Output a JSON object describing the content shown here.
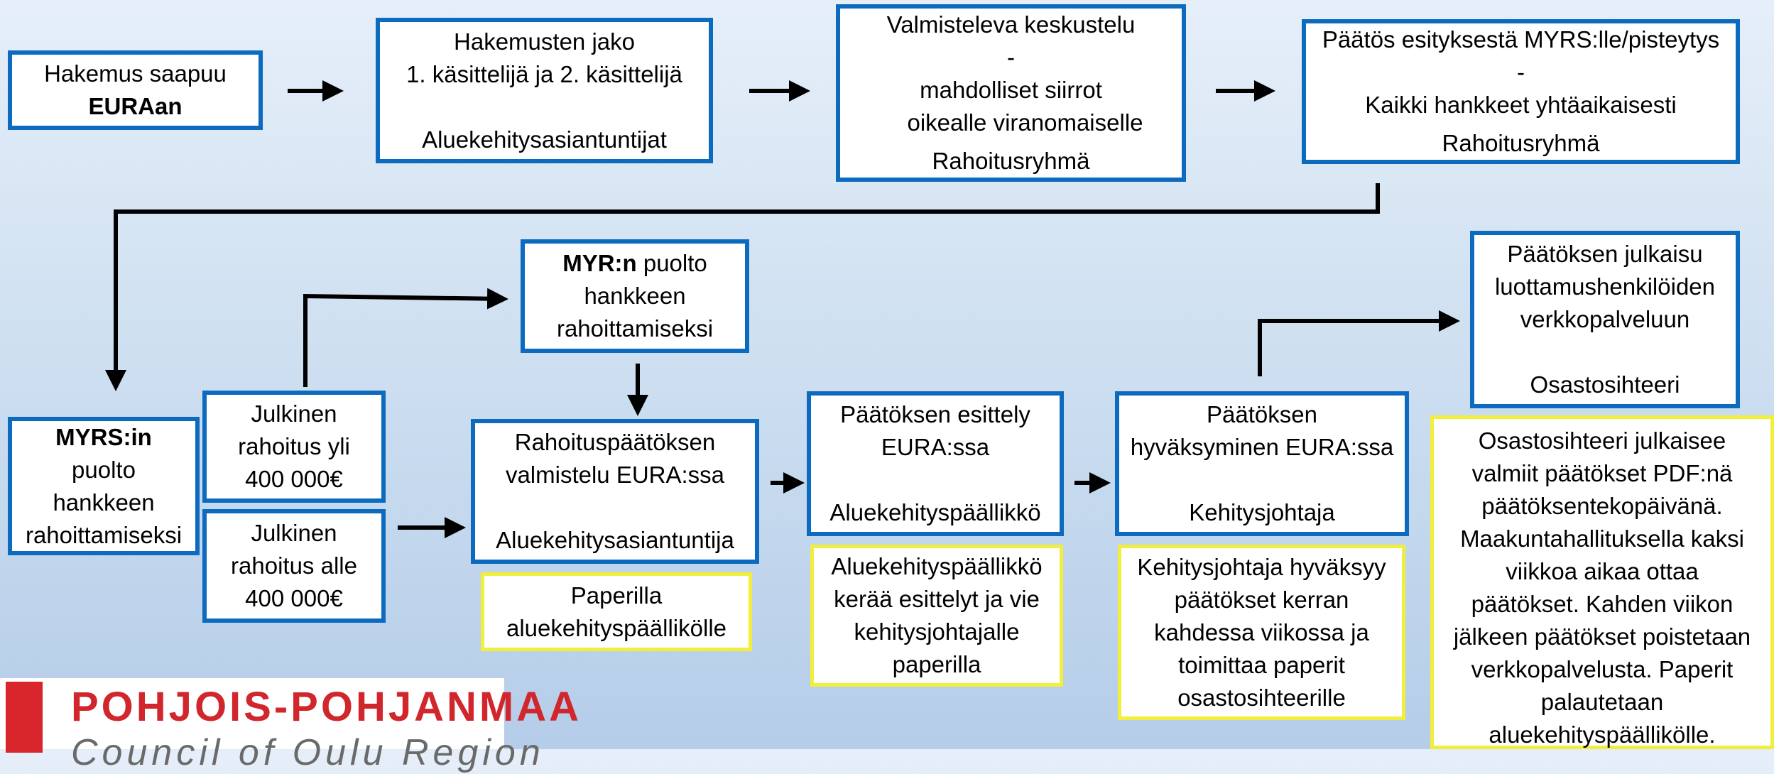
{
  "nodes": {
    "hakemus": {
      "line1": "Hakemus saapuu",
      "line2": "EURAan"
    },
    "jako": {
      "line1": "Hakemusten jako",
      "line2": "1. käsittelijä ja 2. käsittelijä",
      "role": "Aluekehitysasiantuntijat"
    },
    "valmisteleva": {
      "line1": "Valmisteleva keskustelu",
      "bullet_mark": "-",
      "bullet1": "mahdolliset siirrot",
      "bullet2": "oikealle viranomaiselle",
      "role": "Rahoitusryhmä"
    },
    "paatos_esitys": {
      "line1": "Päätös esityksestä MYRS:lle/pisteytys",
      "bullet_mark": "-",
      "bullet1": "Kaikki hankkeet yhtäaikaisesti",
      "role": "Rahoitusryhmä"
    },
    "myrs": {
      "bold": "MYRS:in",
      "line2": "puolto",
      "line3": "hankkeen",
      "line4": "rahoittamiseksi"
    },
    "julkinen_yli": {
      "line1": "Julkinen",
      "line2": "rahoitus yli",
      "line3": "400 000€"
    },
    "julkinen_alle": {
      "line1": "Julkinen",
      "line2": "rahoitus alle",
      "line3": "400 000€"
    },
    "myr": {
      "bold": "MYR:n",
      "rest": " puolto",
      "line2": "hankkeen",
      "line3": "rahoittamiseksi"
    },
    "rahoituspaatos": {
      "line1": "Rahoituspäätöksen",
      "line2": "valmistelu EURA:ssa",
      "role": "Aluekehitysasiantuntija"
    },
    "esittely": {
      "line1": "Päätöksen esittely",
      "line2": "EURA:ssa",
      "role": "Aluekehityspäällikkö"
    },
    "hyvaksyminen": {
      "line1": "Päätöksen",
      "line2": "hyväksyminen EURA:ssa",
      "role": "Kehitysjohtaja"
    },
    "julkaisu": {
      "line1": "Päätöksen julkaisu",
      "line2": "luottamushenkilöiden",
      "line3": "verkkopalveluun",
      "role": "Osastosihteeri"
    }
  },
  "notes": {
    "paperilla": [
      "Paperilla",
      "aluekehityspäällikölle"
    ],
    "aluekehityspaallikko": [
      "Aluekehityspäällikkö",
      "kerää esittelyt ja vie",
      "kehitysjohtajalle",
      "paperilla"
    ],
    "kehitysjohtaja": [
      "Kehitysjohtaja hyväksyy",
      "päätökset kerran",
      "kahdessa viikossa ja",
      "toimittaa paperit",
      "osastosihteerille"
    ],
    "osastosihteeri": [
      "Osastosihteeri julkaisee",
      "valmiit päätökset PDF:nä",
      "päätöksentekopäivänä.",
      "Maakuntahallituksella kaksi",
      "viikkoa aikaa ottaa",
      "päätökset. Kahden viikon",
      "jälkeen päätökset poistetaan",
      "verkkopalvelusta. Paperit",
      "palautetaan",
      "aluekehityspäällikölle."
    ]
  },
  "logo": {
    "title": "POHJOIS-POHJANMAA",
    "subtitle": "Council of Oulu Region",
    "colors": {
      "bar": "#d9262c",
      "title": "#d0262c",
      "subtitle": "#6a6a6a"
    }
  },
  "colors": {
    "box_border": "#0c6bbf",
    "note_border": "#f2ee3c",
    "arrow": "#000000"
  }
}
